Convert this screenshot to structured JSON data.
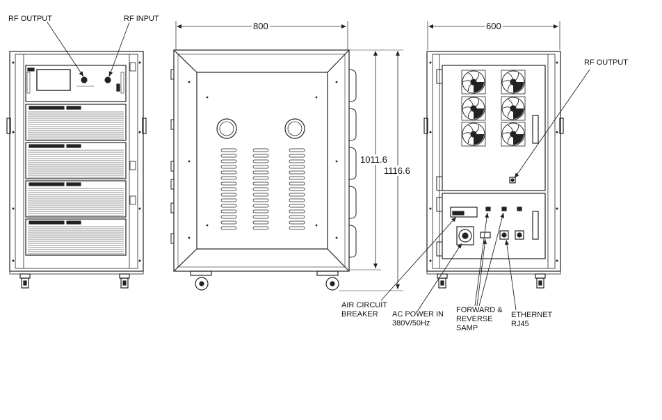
{
  "labels": {
    "rf_output_front": "RF OUTPUT",
    "rf_input": "RF INPUT",
    "rf_output_rear": "RF OUTPUT",
    "air_circuit_breaker": [
      "AIR CIRCUIT",
      "BREAKER"
    ],
    "ac_power_in": [
      "AC POWER IN",
      "380V/50Hz"
    ],
    "forward_reverse_samp": [
      "FORWARD &",
      "REVERSE",
      "SAMP"
    ],
    "ethernet": [
      "ETHERNET",
      "RJ45"
    ]
  },
  "dimensions": {
    "side_width": "800",
    "rear_width": "600",
    "body_height": "1011.6",
    "total_height": "1116.6"
  },
  "colors": {
    "line": "#222222",
    "panel_fill": "#ffffff",
    "screen_fill": "#ffffff"
  }
}
